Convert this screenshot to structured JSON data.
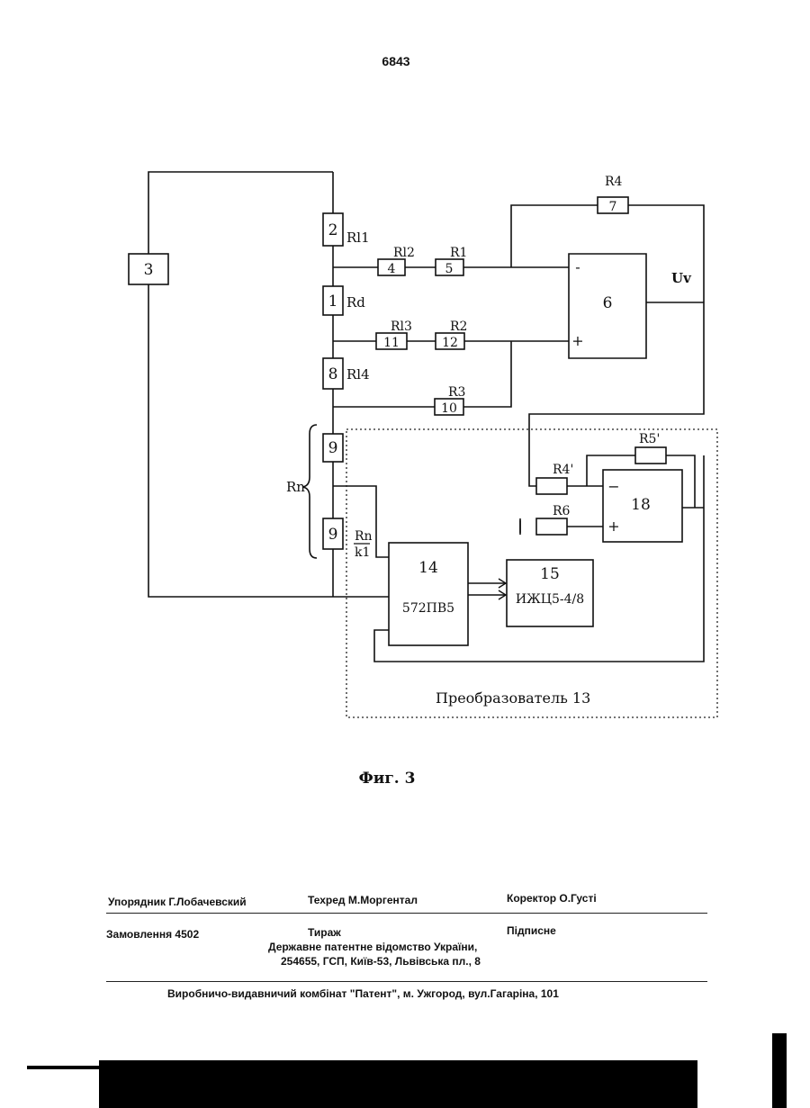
{
  "page_number": "6843",
  "figure_caption": "Фиг. 3",
  "diagram": {
    "blocks": {
      "source": "3",
      "opamp_main": "6",
      "adc": "14",
      "adc_part": "572ПВ5",
      "display": "15",
      "display_part": "ИЖЦ5-4/8",
      "opamp_aux": "18",
      "minus_sign": "−",
      "minus_sign_main": "-",
      "plus_sign": "+"
    },
    "components": {
      "r2": "2",
      "r1": "1",
      "r8": "8",
      "r4": "4",
      "r5": "5",
      "r11": "11",
      "r12": "12",
      "r10": "10",
      "r7": "7",
      "r9a": "9",
      "r9b": "9"
    },
    "labels": {
      "rl1": "Rl1",
      "rd": "Rd",
      "rl4": "Rl4",
      "rl2": "Rl2",
      "r1_lbl": "R1",
      "rl3": "Rl3",
      "r2_lbl": "R2",
      "r3_lbl": "R3",
      "r4_lbl": "R4",
      "uv": "Uv",
      "rn": "Rn",
      "rn_k1_num": "Rn",
      "rn_k1_den": "k1",
      "r4p": "R4'",
      "r5p": "R5'",
      "r6": "R6",
      "converter": "Преобразователь 13"
    }
  },
  "imprint": {
    "compiler": "Упорядник  Г.Лобачевский",
    "techeditor": "Техред М.Моргентал",
    "corrector": "Коректор  О.Густі",
    "order": "Замовлення 4502",
    "circulation": "Тираж",
    "subscription": "Підписне",
    "publisher_line1": "Державне патентне відомство України,",
    "publisher_line2": "254655, ГСП, Київ-53, Львівська пл., 8",
    "printer": "Виробничо-видавничий комбінат  \"Патент\", м. Ужгород, вул.Гагаріна, 101"
  }
}
